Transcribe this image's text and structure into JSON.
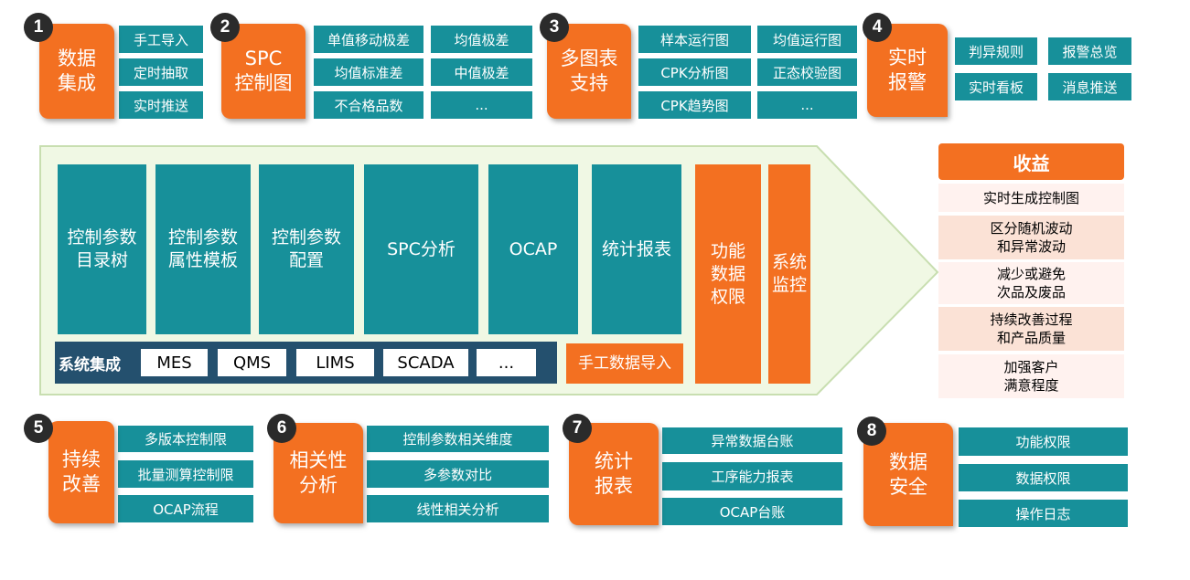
{
  "colors": {
    "teal": "#17909a",
    "orange": "#f37021",
    "navy": "#24506e",
    "arrow_fill": "#f0f8e4",
    "arrow_stroke": "#c8deb0"
  },
  "top_features": [
    {
      "num": "1",
      "title": "数据\n集成",
      "items": [
        "手工导入",
        "定时抽取",
        "实时推送"
      ]
    },
    {
      "num": "2",
      "title": "SPC\n控制图",
      "items": [
        "单值移动极差",
        "均值极差",
        "均值标准差",
        "中值极差",
        "不合格品数",
        "..."
      ]
    },
    {
      "num": "3",
      "title": "多图表\n支持",
      "items": [
        "样本运行图",
        "均值运行图",
        "CPK分析图",
        "正态校验图",
        "CPK趋势图",
        "..."
      ]
    },
    {
      "num": "4",
      "title": "实时\n报警",
      "items": [
        "判异规则",
        "报警总览",
        "实时看板",
        "消息推送"
      ]
    }
  ],
  "bottom_features": [
    {
      "num": "5",
      "title": "持续\n改善",
      "items": [
        "多版本控制限",
        "批量测算控制限",
        "OCAP流程"
      ]
    },
    {
      "num": "6",
      "title": "相关性\n分析",
      "items": [
        "控制参数相关维度",
        "多参数对比",
        "线性相关分析"
      ]
    },
    {
      "num": "7",
      "title": "统计\n报表",
      "items": [
        "异常数据台账",
        "工序能力报表",
        "OCAP台账"
      ]
    },
    {
      "num": "8",
      "title": "数据\n安全",
      "items": [
        "功能权限",
        "数据权限",
        "操作日志"
      ]
    }
  ],
  "core_modules": [
    "控制参数\n目录树",
    "控制参数\n属性模板",
    "控制参数\n配置",
    "SPC分析",
    "OCAP",
    "统计报表"
  ],
  "side_modules": [
    "功能\n数据\n权限",
    "系统\n监控"
  ],
  "system_integration": {
    "label": "系统集成",
    "systems": [
      "MES",
      "QMS",
      "LIMS",
      "SCADA",
      "..."
    ]
  },
  "manual_import": "手工数据导入",
  "benefits": {
    "title": "收益",
    "items": [
      "实时生成控制图",
      "区分随机波动\n和异常波动",
      "减少或避免\n次品及废品",
      "持续改善过程\n和产品质量",
      "加强客户\n满意程度"
    ]
  }
}
